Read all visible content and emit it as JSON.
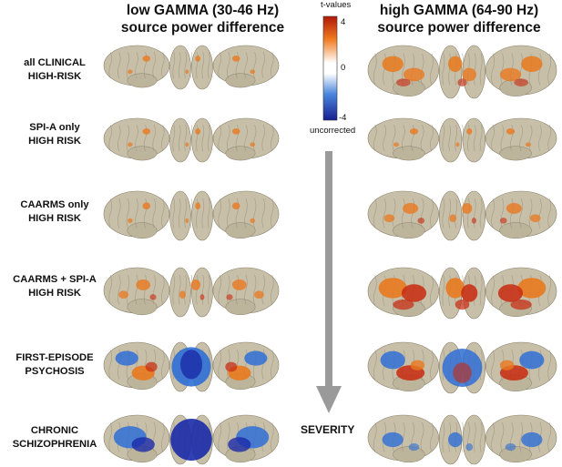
{
  "headers": {
    "left": [
      "low GAMMA (30-46 Hz)",
      "source power difference"
    ],
    "right": [
      "high GAMMA (64-90 Hz)",
      "source power difference"
    ]
  },
  "colorbar": {
    "title": "t-values",
    "max_label": "4",
    "mid_label": "0",
    "min_label": "-4",
    "note": "uncorrected",
    "colors": {
      "hot": "#c02810",
      "warm": "#f08a2a",
      "neutral": "#ffffff",
      "cool": "#4a82d8",
      "cold": "#1a2a9c"
    }
  },
  "severity_label": "SEVERITY",
  "rows": [
    {
      "label": [
        "all CLINICAL",
        "HIGH-RISK"
      ]
    },
    {
      "label": [
        "SPI-A only",
        "HIGH RISK"
      ]
    },
    {
      "label": [
        "CAARMS only",
        "HIGH RISK"
      ]
    },
    {
      "label": [
        "CAARMS + SPI-A",
        "HIGH RISK"
      ]
    },
    {
      "label": [
        "FIRST-EPISODE",
        "PSYCHOSIS"
      ]
    },
    {
      "label": [
        "CHRONIC",
        "SCHIZOPHRENIA"
      ]
    }
  ],
  "brain_colors": {
    "cortex": "#c7bfa8",
    "sulcus": "#8f8672",
    "warm": "#e8791f",
    "hot": "#c82a10",
    "cool": "#2f6fd6",
    "cold": "#1a2aa8"
  }
}
